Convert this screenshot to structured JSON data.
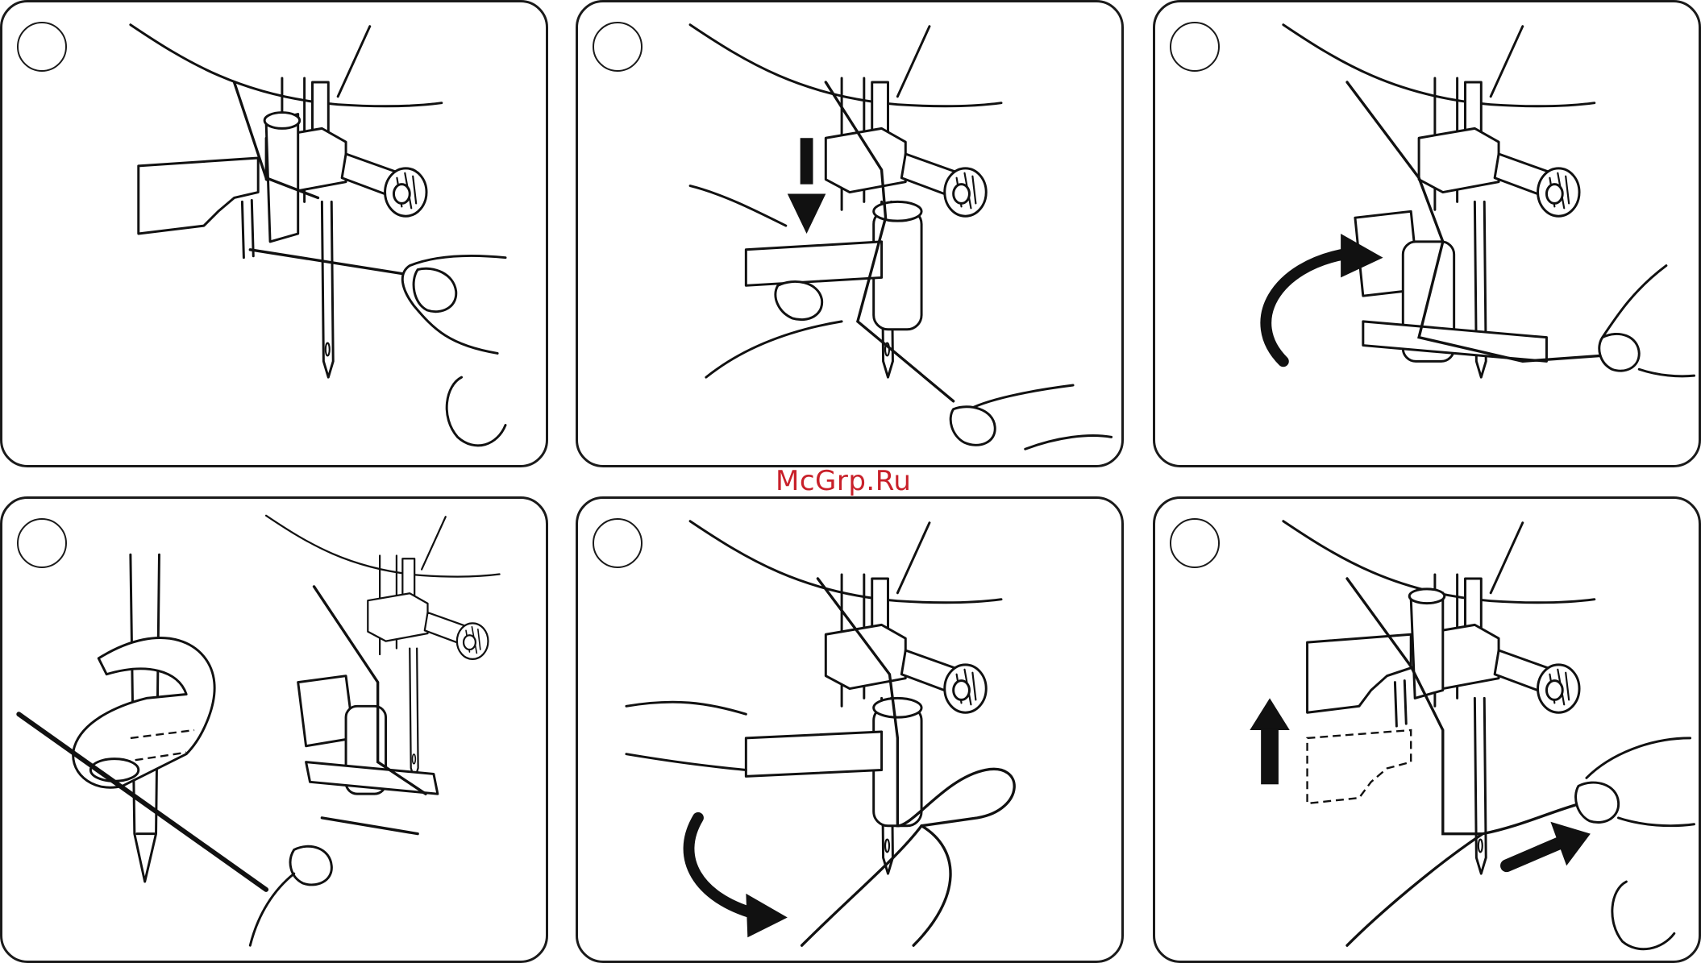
{
  "watermark": {
    "text": "McGrp.Ru",
    "color": "#c8202a"
  },
  "panels": [
    {
      "id": "panel-1",
      "row": 1,
      "col": 1,
      "step_label": "",
      "content": "needle-threader-lowered-thread-hooked"
    },
    {
      "id": "panel-2",
      "row": 1,
      "col": 2,
      "step_label": "",
      "content": "lever-pushed-down",
      "icons": [
        "arrow-down-icon"
      ]
    },
    {
      "id": "panel-3",
      "row": 1,
      "col": 3,
      "step_label": "",
      "content": "lever-rotated-thread-guided",
      "icons": [
        "rotate-arrow-icon"
      ]
    },
    {
      "id": "panel-4",
      "row": 2,
      "col": 1,
      "step_label": "",
      "content": "hook-through-needle-eye-closeup"
    },
    {
      "id": "panel-5",
      "row": 2,
      "col": 2,
      "step_label": "",
      "content": "lever-released-loop-formed",
      "icons": [
        "rotate-back-arrow-icon"
      ]
    },
    {
      "id": "panel-6",
      "row": 2,
      "col": 3,
      "step_label": "",
      "content": "threader-raised-thread-pulled",
      "icons": [
        "arrow-up-icon",
        "arrow-right-icon"
      ]
    }
  ]
}
